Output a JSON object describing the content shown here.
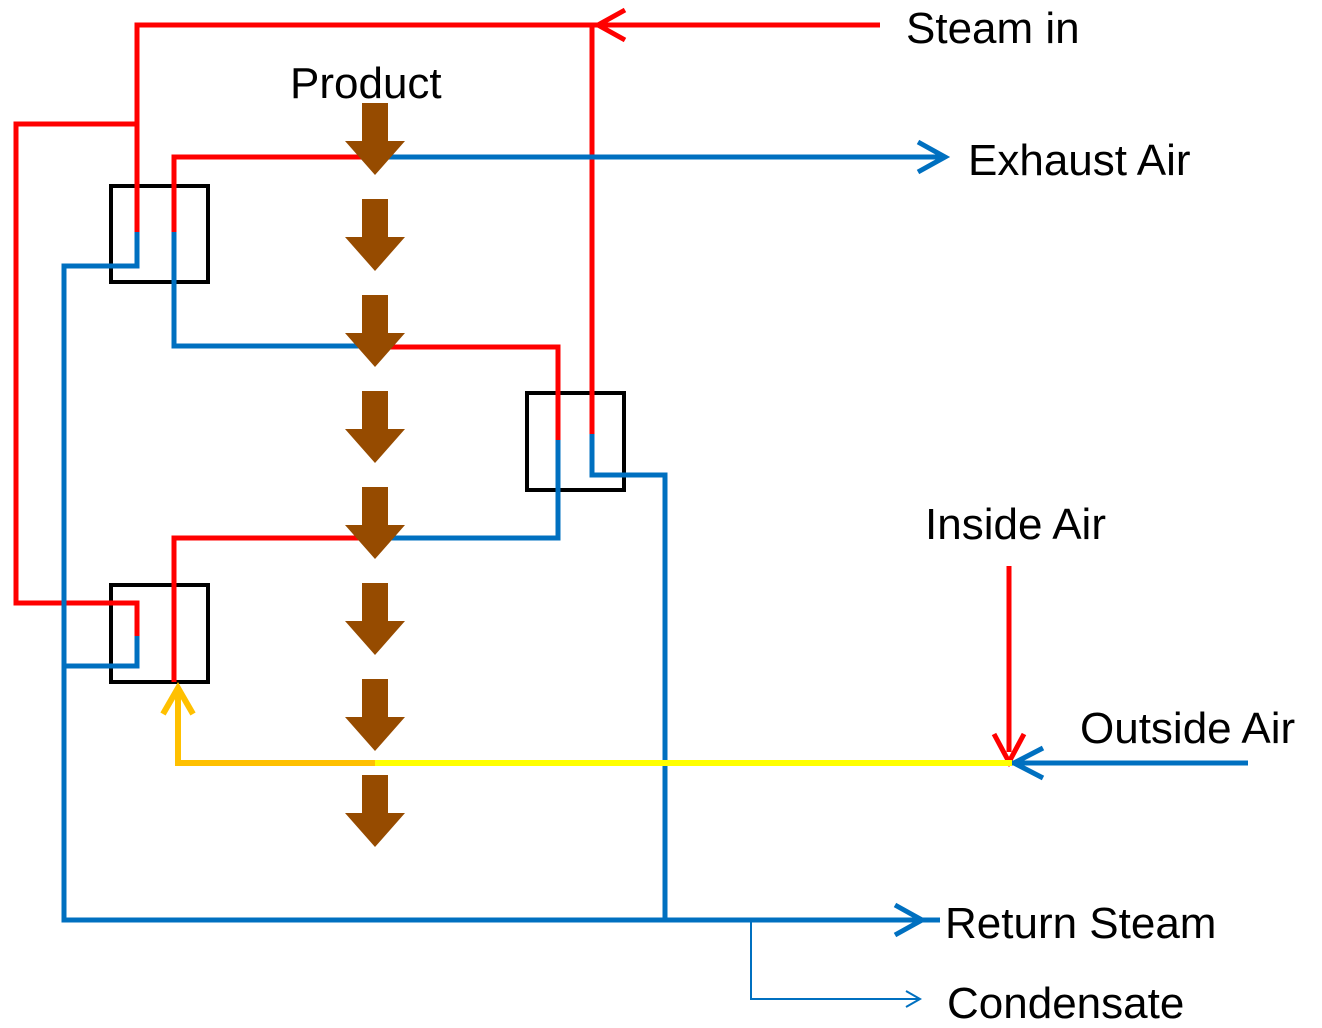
{
  "labels": {
    "steam_in": "Steam in",
    "product": "Product",
    "exhaust_air": "Exhaust Air",
    "inside_air": "Inside Air",
    "outside_air": "Outside Air",
    "return_steam": "Return Steam",
    "condensate": "Condensate"
  },
  "colors": {
    "steam": "#ff0000",
    "air_return": "#0070c0",
    "outside_air_line": "#ffff00",
    "mixed_air": "#ffc000",
    "product_arrow": "#964b00",
    "heat_exchanger": "#000000"
  },
  "icons": {
    "product_flow": "down-arrow-icon"
  }
}
